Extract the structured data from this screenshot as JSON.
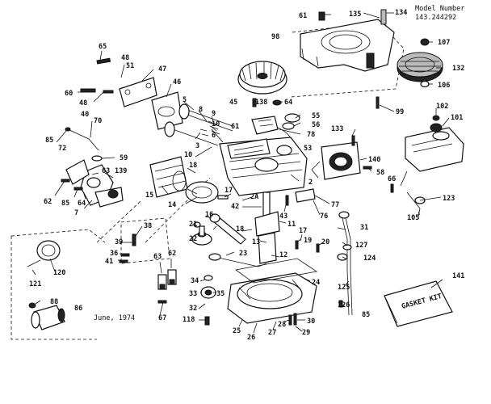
{
  "header": {
    "model_label": "Model Number",
    "model_number": "143.244292"
  },
  "date_note": "June, 1974",
  "gasket_kit_text": "GASKET KIT",
  "part_labels": {
    "p61a": "61",
    "p135": "135",
    "p134": "134",
    "p98": "98",
    "p107": "107",
    "p132": "132",
    "p106": "106",
    "p65": "65",
    "p48a": "48",
    "p51": "51",
    "p47": "47",
    "p46": "46",
    "p45": "45",
    "p138": "138",
    "p64": "64",
    "p55": "55",
    "p56": "56",
    "p78": "78",
    "p53": "53",
    "p99": "99",
    "p60": "60",
    "p48b": "48",
    "p40": "40",
    "p70": "70",
    "p5": "5",
    "p8": "8",
    "p9": "9",
    "p10a": "10",
    "p10b": "10",
    "p6": "6",
    "p61b": "61",
    "p3": "3",
    "p18": "18",
    "p85a": "85",
    "p72": "72",
    "p59": "59",
    "p133": "133",
    "p140": "140",
    "p58": "58",
    "p102": "102",
    "p101": "101",
    "p63": "63",
    "p139": "139",
    "p62a": "62",
    "p85b": "85",
    "p64b": "64",
    "p7": "7",
    "p15": "15",
    "p14": "14",
    "p2": "2",
    "p17": "17",
    "p2a": "2A",
    "p42": "42",
    "p43": "43",
    "p77": "77",
    "p76": "76",
    "p66": "66",
    "p123": "123",
    "p105": "105",
    "p38": "38",
    "p16": "16",
    "p21": "21",
    "p18b": "18",
    "p11": "11",
    "p31": "31",
    "p39": "39",
    "p22": "22",
    "p36": "36",
    "p41": "41",
    "p13": "13",
    "p17b": "17",
    "p19": "19",
    "p20": "20",
    "p127": "127",
    "p124": "124",
    "p121": "121",
    "p120": "120",
    "p23": "23",
    "p12": "12",
    "p63b": "63",
    "p62b": "62",
    "p34": "34",
    "p24": "24",
    "p33": "33",
    "p35": "35",
    "p125": "125",
    "p141": "141",
    "p88": "88",
    "p86": "86",
    "p32": "32",
    "p67": "67",
    "p118": "118",
    "p126": "126",
    "p25": "25",
    "p26": "26",
    "p27": "27",
    "p28": "28",
    "p29": "29",
    "p30": "30",
    "p85c": "85"
  }
}
